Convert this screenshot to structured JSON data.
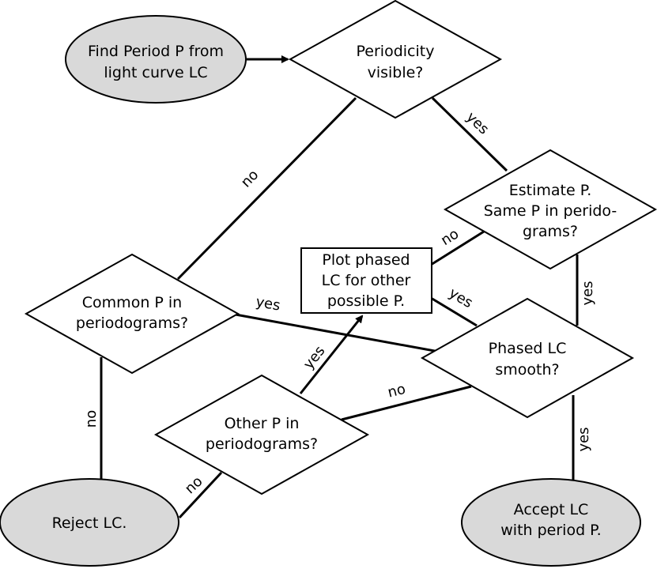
{
  "nodes": {
    "start": {
      "lines": [
        "Find Period P from",
        "light curve LC"
      ]
    },
    "periodicity": {
      "lines": [
        "Periodicity",
        "visible?"
      ]
    },
    "estimate": {
      "lines": [
        "Estimate P.",
        "Same P in perido-",
        "grams?"
      ]
    },
    "plot_phased": {
      "lines": [
        "Plot phased",
        "LC for other",
        "possible P."
      ]
    },
    "common": {
      "lines": [
        "Common P in",
        "periodograms?"
      ]
    },
    "phased_smooth": {
      "lines": [
        "Phased LC",
        "smooth?"
      ]
    },
    "other": {
      "lines": [
        "Other P in",
        "periodograms?"
      ]
    },
    "reject": {
      "lines": [
        "Reject LC."
      ]
    },
    "accept": {
      "lines": [
        "Accept LC",
        "with period P."
      ]
    }
  },
  "edges": {
    "periodicity_yes": "yes",
    "periodicity_no": "no",
    "estimate_no": "no",
    "estimate_yes": "yes",
    "plot_yes": "yes",
    "common_yes": "yes",
    "common_no": "no",
    "other_yes": "yes",
    "smooth_no": "no",
    "smooth_yes": "yes",
    "other_no": "no"
  }
}
